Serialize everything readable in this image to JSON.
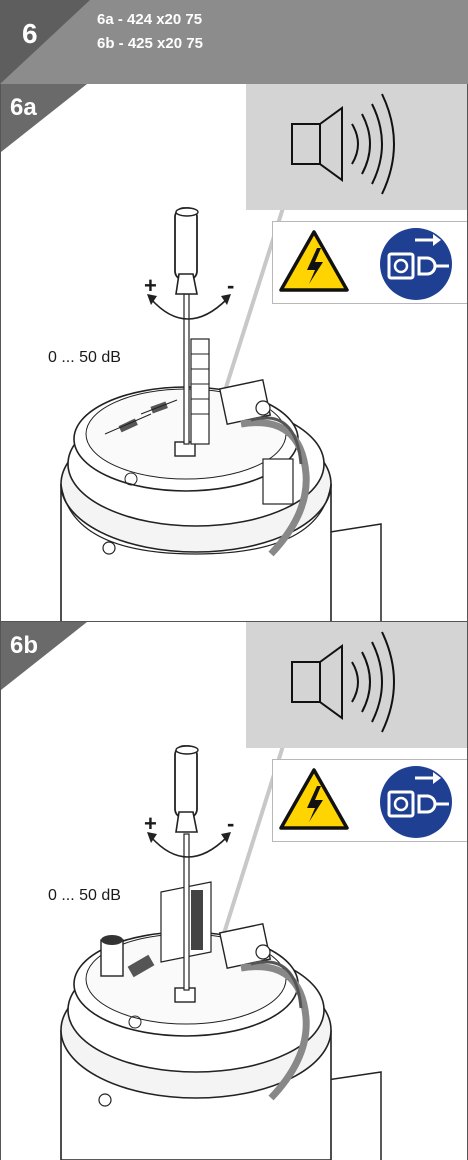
{
  "header": {
    "step_number": "6",
    "ref_a": "6a - 424 x20 75",
    "ref_b": "6b - 425 x20 75"
  },
  "panels": [
    {
      "label": "6a",
      "level_range": "0 ... 50 dB",
      "increase_symbol": "+",
      "decrease_symbol": "-"
    },
    {
      "label": "6b",
      "level_range": "0 ... 50 dB",
      "increase_symbol": "+",
      "decrease_symbol": "-"
    }
  ],
  "icons": {
    "sound": "speaker-sound-icon",
    "warning": "high-voltage-warning-icon",
    "disconnect": "disconnect-mains-plug-icon"
  },
  "colors": {
    "header_bg": "#8c8c8c",
    "header_dark": "#5e5e5e",
    "sound_box": "#d4d4d4",
    "warning_yellow": "#ffd400",
    "mandatory_blue": "#1f3f93"
  }
}
